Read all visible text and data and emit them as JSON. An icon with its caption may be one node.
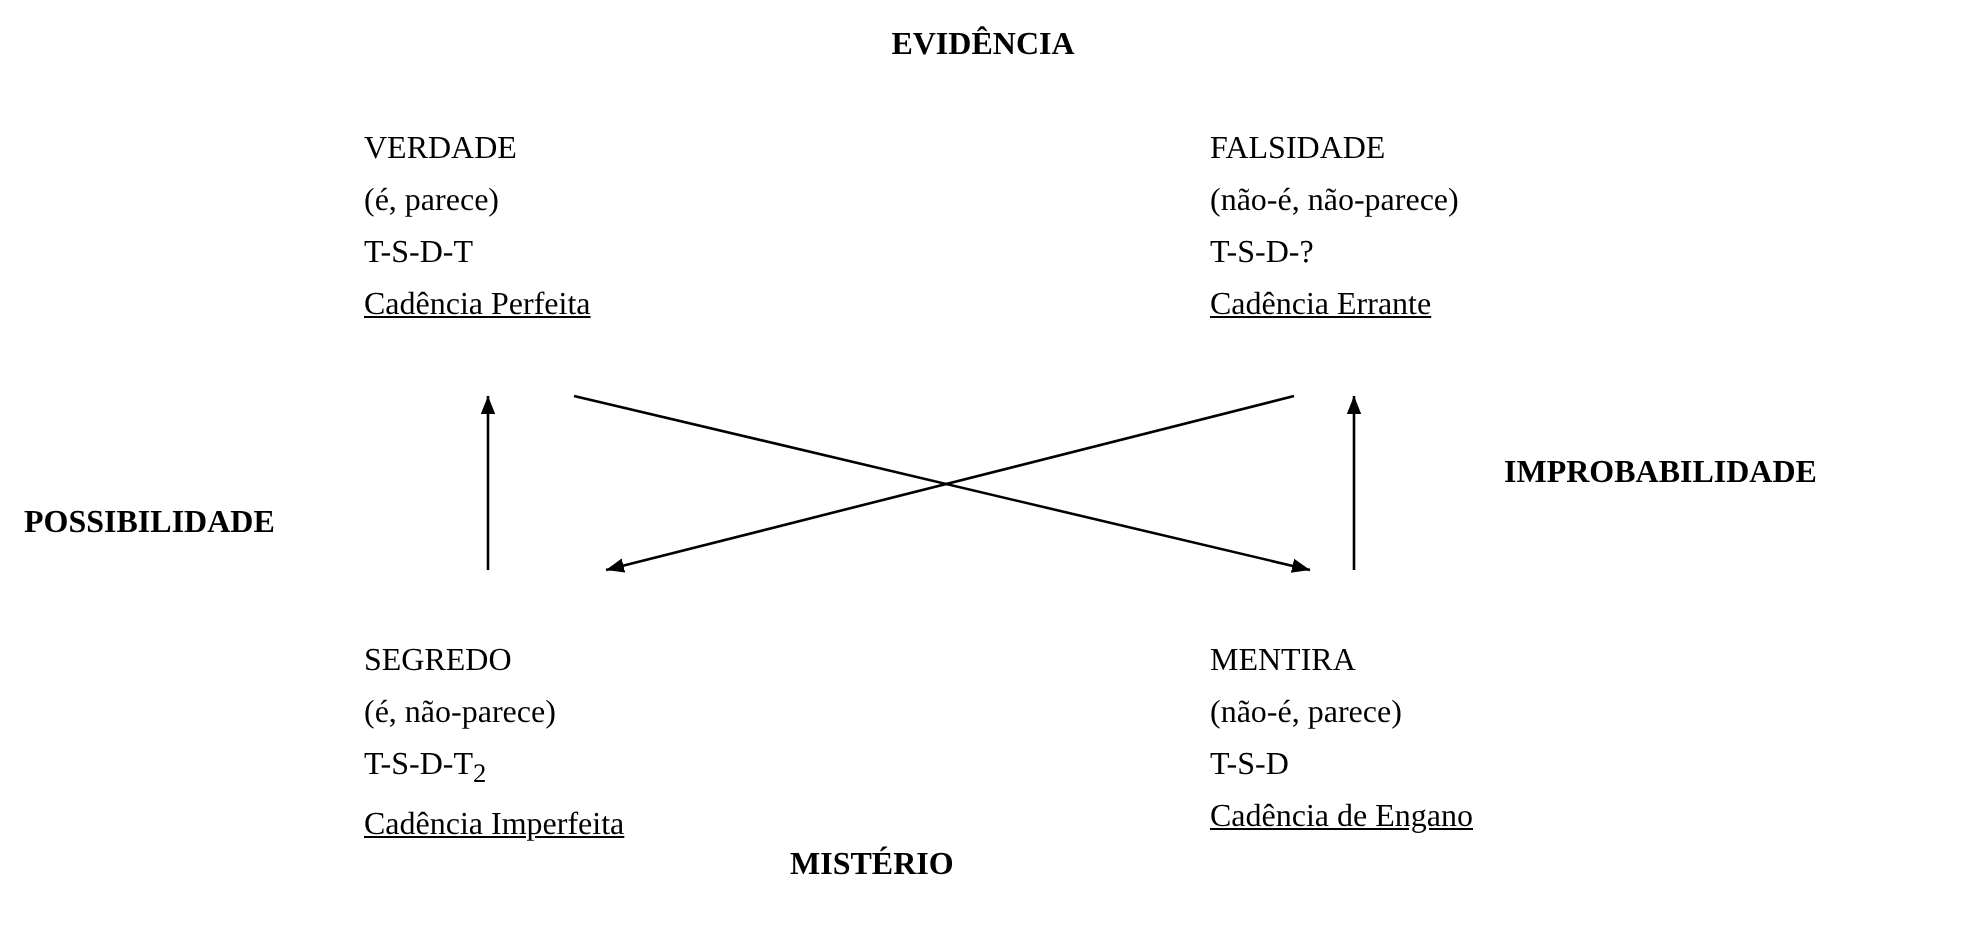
{
  "diagram": {
    "title": "EVIDÊNCIA",
    "nodes": [
      {
        "text": [
          "VERDADE",
          "(é, parece)",
          "T-S-D-T",
          "Cadência Perfeita"
        ]
      },
      {
        "text": [
          "FALSIDADE",
          "(não-é, não-parece)",
          "T-S-D-?",
          "Cadência Errante"
        ]
      },
      {
        "text": [
          "SEGREDO",
          "(é, não-parece)",
          "T-S-D-T$_{2}$",
          "Cadência Imperfeita"
        ]
      },
      {
        "text": [
          "MENTIRA",
          "(não-é, parece)",
          "T-S-D",
          "Cadência de Engano"
        ]
      }
    ],
    "edges": [
      {
        "from": 2,
        "to": 0,
        "arrow": "to"
      },
      {
        "from": 3,
        "to": 1,
        "arrow": "to"
      },
      {
        "from": 0,
        "to": 3,
        "arrow": "to"
      },
      {
        "from": 1,
        "to": 2,
        "arrow": "to"
      }
    ],
    "labels": [
      "IMPROBABILIDADE",
      "POSSIBILIDADE",
      "MISTÉRIO"
    ]
  }
}
